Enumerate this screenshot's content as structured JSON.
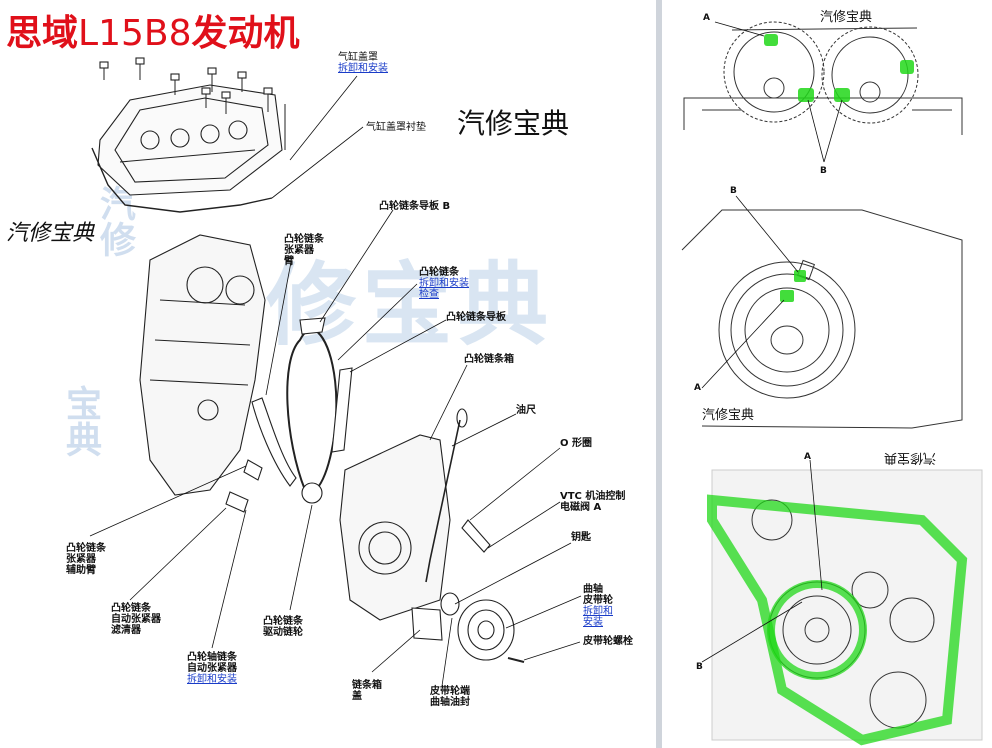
{
  "title": {
    "part1": "思域",
    "part2": "L15B8",
    "part3": "发动机"
  },
  "watermarks": {
    "left_center": "汽修宝典",
    "left_side": "汽修宝典",
    "left_big": "汽修宝典",
    "left_vertical_1": "汽修",
    "left_vertical_2": "宝典",
    "right_top": "汽修宝典",
    "right_mid": "汽修宝典",
    "right_flipped": "汽修宝典"
  },
  "labels": {
    "valve_cover": {
      "name": "气缸盖罩",
      "link": "拆卸和安装"
    },
    "valve_cover_gasket": "气缸盖罩衬垫",
    "cam_chain_guide_b": "凸轮链条导板 B",
    "cam_chain_tensioner_arm": {
      "l1": "凸轮链条",
      "l2": "张紧器",
      "l3": "臂"
    },
    "cam_chain": {
      "name": "凸轮链条",
      "link1": "拆卸和安装",
      "link2": "检查"
    },
    "cam_chain_guide": "凸轮链条导板",
    "cam_chain_case": "凸轮链条箱",
    "dipstick": "油尺",
    "o_ring": "O 形圈",
    "vtc_valve": {
      "l1": "VTC 机油控制",
      "l2": "电磁阀 A"
    },
    "key": "钥匙",
    "crank_pulley": {
      "l1": "曲轴",
      "l2": "皮带轮",
      "link1": "拆卸和",
      "link2": "安装"
    },
    "pulley_bolt": "皮带轮螺栓",
    "tensioner_aux_arm": {
      "l1": "凸轮链条",
      "l2": "张紧器",
      "l3": "辅助臂"
    },
    "auto_tensioner_filter": {
      "l1": "凸轮链条",
      "l2": "自动张紧器",
      "l3": "滤清器"
    },
    "auto_tensioner": {
      "l1": "凸轮轴链条",
      "l2": "自动张紧器",
      "link": "拆卸和安装"
    },
    "drive_sprocket": {
      "l1": "凸轮链条",
      "l2": "驱动链轮"
    },
    "chain_case_cover": {
      "l1": "链条箱",
      "l2": "盖"
    },
    "crank_oil_seal": {
      "l1": "皮带轮端",
      "l2": "曲轴油封"
    }
  },
  "right_panels": {
    "top": {
      "a": "A",
      "b": "B"
    },
    "mid": {
      "a": "A",
      "b": "B"
    },
    "bottom": {
      "a": "A",
      "b": "B"
    }
  },
  "colors": {
    "title_red": "#e0101a",
    "link_blue": "#1a3cc8",
    "highlight_green": "#22d81a",
    "watermark_blue": "#7aa0d2"
  }
}
